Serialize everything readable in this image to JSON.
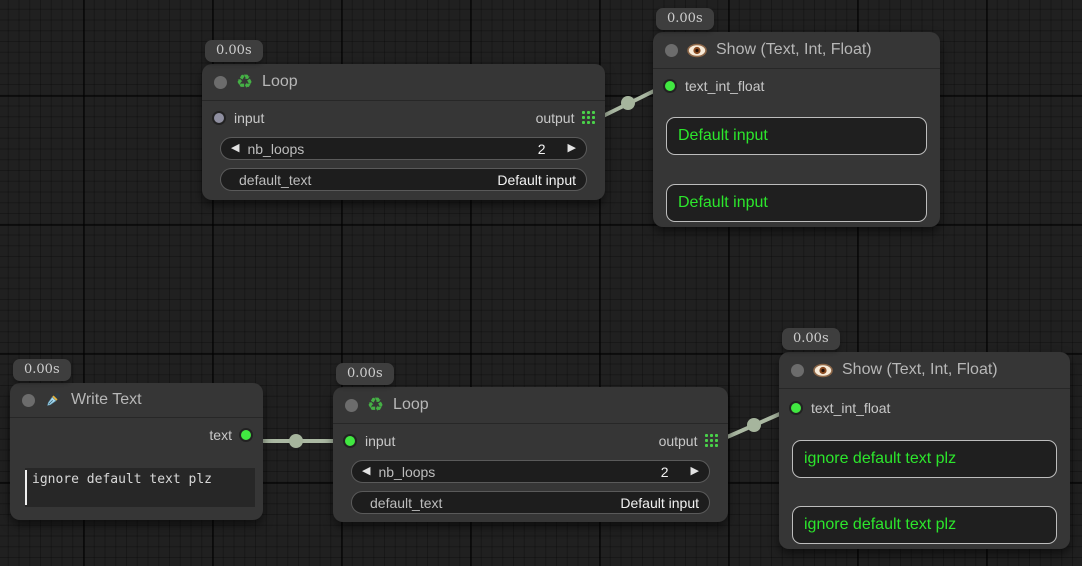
{
  "colors": {
    "canvas_bg": "#202020",
    "node_bg": "#363636",
    "accent_green": "#41e841",
    "display_text_green": "#2ce62c",
    "wire": "#abb9a3",
    "unconnected_port": "#8f8fa0"
  },
  "icons": {
    "arrow_left": "◀",
    "arrow_right": "▶",
    "recycle": "♻"
  },
  "nodes": [
    {
      "id": "loop-1",
      "timer": "0.00s",
      "title": "Loop",
      "input_label": "input",
      "output_label": "output",
      "widgets": [
        {
          "label": "nb_loops",
          "value": "2"
        },
        {
          "label": "default_text",
          "value": "Default input"
        }
      ]
    },
    {
      "id": "show-1",
      "timer": "0.00s",
      "title": "Show (Text, Int, Float)",
      "input_label": "text_int_float",
      "boxes": [
        "Default input",
        "Default input"
      ]
    },
    {
      "id": "write-text",
      "timer": "0.00s",
      "title": "Write Text",
      "output_label": "text",
      "textarea_value": "ignore default text plz"
    },
    {
      "id": "loop-2",
      "timer": "0.00s",
      "title": "Loop",
      "input_label": "input",
      "output_label": "output",
      "widgets": [
        {
          "label": "nb_loops",
          "value": "2"
        },
        {
          "label": "default_text",
          "value": "Default input"
        }
      ]
    },
    {
      "id": "show-2",
      "timer": "0.00s",
      "title": "Show (Text, Int, Float)",
      "input_label": "text_int_float",
      "boxes": [
        "ignore default text plz",
        "ignore default text plz"
      ]
    }
  ]
}
